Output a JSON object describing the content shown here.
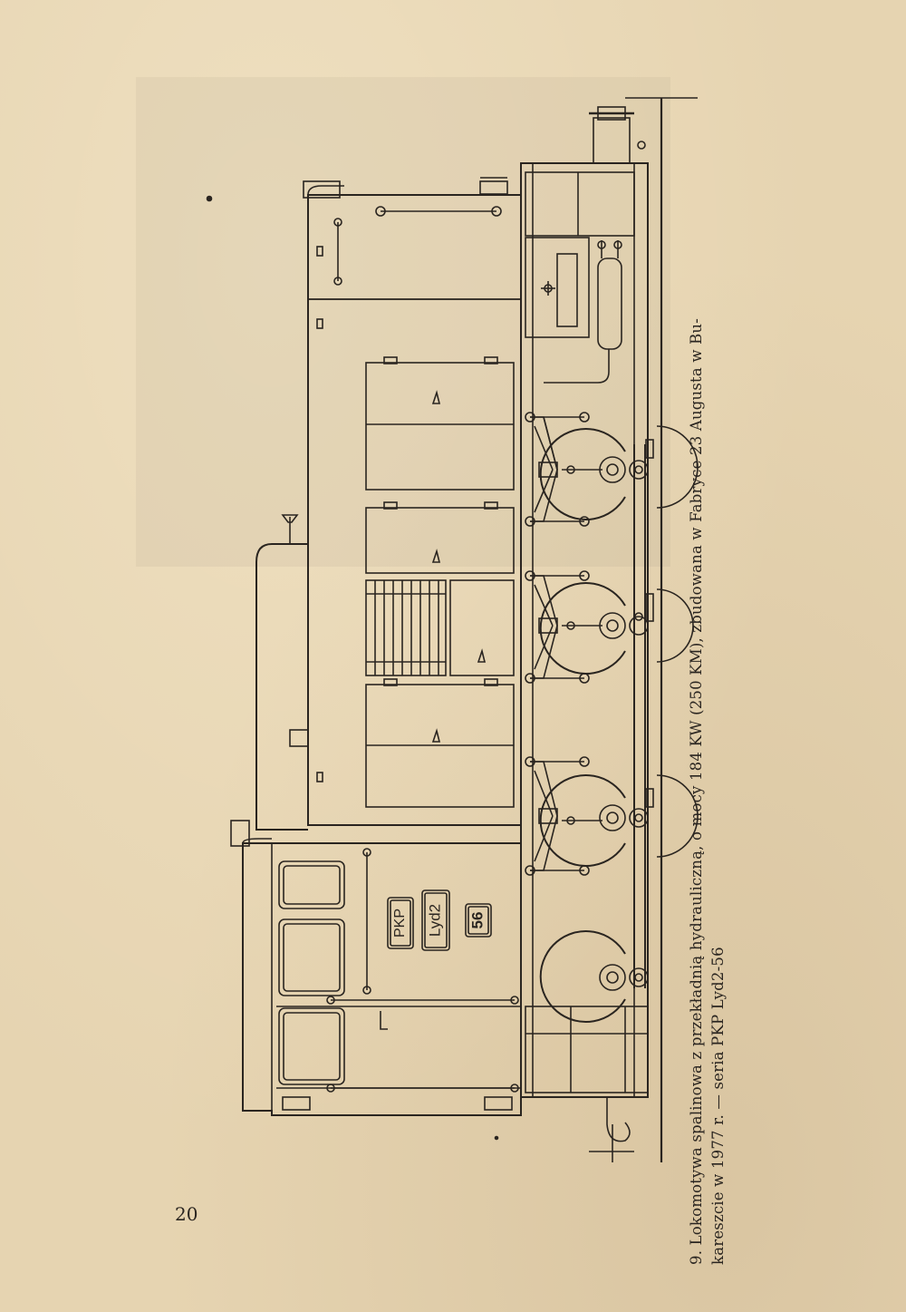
{
  "caption": {
    "line1": "9. Lokomotywa spalinowa z przekładnią hydrauliczną, o mocy 184 KW (250 KM), zbudowana w Fabryce 23 Augusta w Bu-",
    "line2": "kareszcie w 1977 r. — seria PKP Lyd2-56"
  },
  "plates": {
    "owner": "PKP",
    "series": "Lyd2",
    "number": "56"
  },
  "page_number": "20",
  "colors": {
    "paper": "#e6d4b1",
    "ink": "#2a2520"
  }
}
